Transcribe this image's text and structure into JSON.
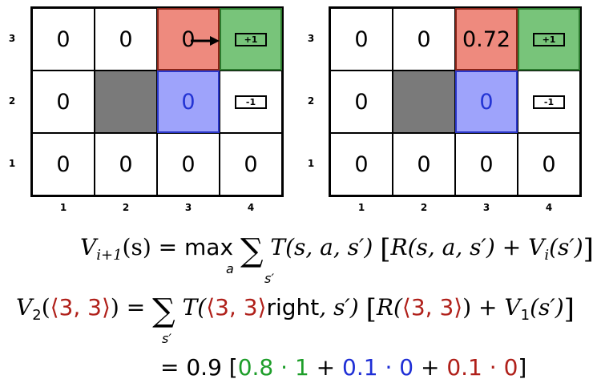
{
  "grid_left": {
    "row_labels": [
      "3",
      "2",
      "1"
    ],
    "col_labels": [
      "1",
      "2",
      "3",
      "4"
    ],
    "rows": [
      [
        "0",
        "0",
        "0",
        "+1"
      ],
      [
        "0",
        "",
        "0",
        "-1"
      ],
      [
        "0",
        "0",
        "0",
        "0"
      ]
    ],
    "action_arrow": "right-arrow-icon"
  },
  "grid_right": {
    "row_labels": [
      "3",
      "2",
      "1"
    ],
    "col_labels": [
      "1",
      "2",
      "3",
      "4"
    ],
    "rows": [
      [
        "0",
        "0",
        "0.72",
        "+1"
      ],
      [
        "0",
        "",
        "0",
        "-1"
      ],
      [
        "0",
        "0",
        "0",
        "0"
      ]
    ]
  },
  "colors": {
    "highlight_red": "#ee8a7e",
    "highlight_green": "#78c47a",
    "highlight_blue": "#9ea3fb",
    "wall": "#7a7a7a",
    "text_red": "#b0201a",
    "text_green": "#1e9e2a",
    "text_blue": "#1f2fd6"
  },
  "equations": {
    "bellman": {
      "lhs_V": "V",
      "lhs_sub": "i+1",
      "lhs_arg": "(s) =",
      "max": "max",
      "max_sub": "a",
      "sum_sub": "s′",
      "T": "T(s, a, s′)",
      "R": "R(s, a, s′) + ",
      "Vi": "V",
      "Vi_sub": "i",
      "Vi_arg": "(s′)"
    },
    "instance": {
      "V": "V",
      "V_sub": "2",
      "state": "⟨3, 3⟩",
      "eq": ") =",
      "sum_sub": "s′",
      "T_open": "T(",
      "action": "right",
      "T_close": ", s′)",
      "R_open": "R(",
      "R_close": ") + ",
      "V1": "V",
      "V1_sub": "1",
      "V1_arg": "(s′)"
    },
    "result": {
      "prefix": "= 0.9 [",
      "green_term": "0.8 · 1",
      "plus1": " + ",
      "blue_term": "0.1 · 0",
      "plus2": " + ",
      "red_term": "0.1 · 0",
      "suffix": "]"
    }
  }
}
